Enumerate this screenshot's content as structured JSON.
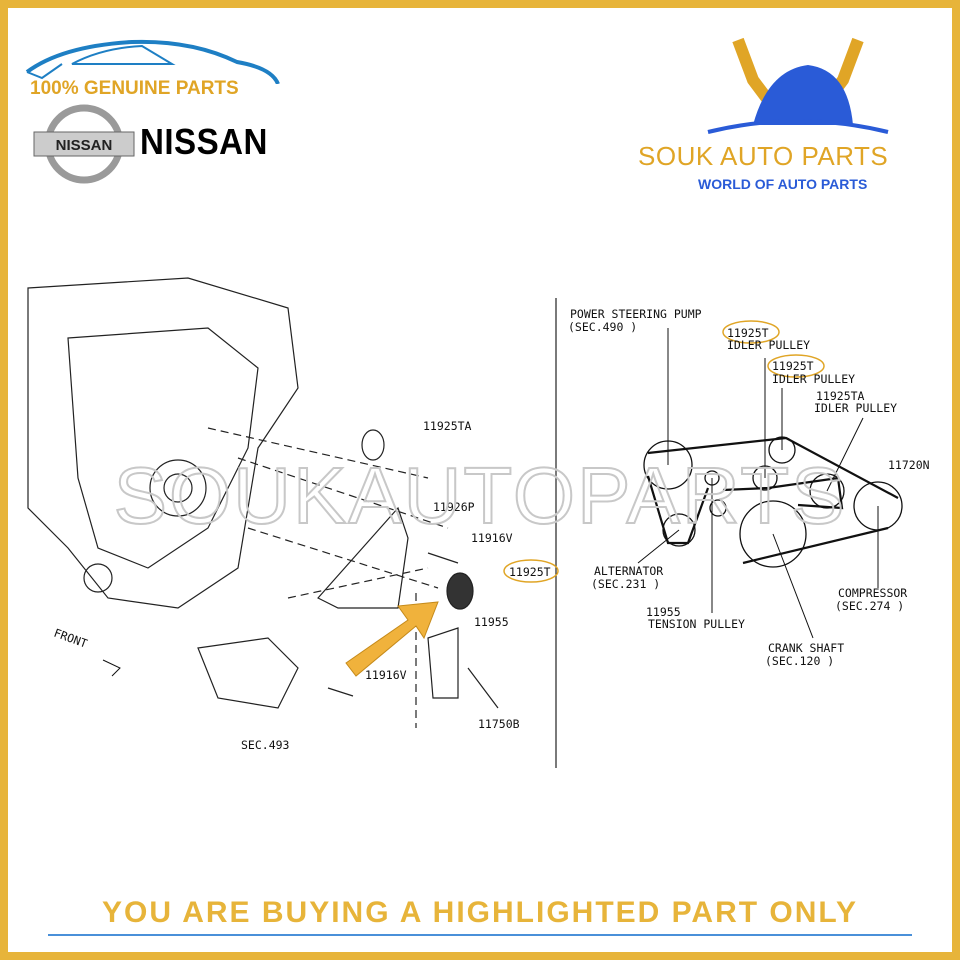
{
  "header": {
    "genuine_label": "100% GENUINE PARTS",
    "brand_badge": "NISSAN",
    "brand_name": "NISSAN",
    "store_name": "SOUK AUTO PARTS",
    "store_tagline": "WORLD OF AUTO PARTS"
  },
  "watermark": "SOUKAUTOPARTS",
  "colors": {
    "border": "#e7b43a",
    "accent_blue": "#2a5bd7",
    "highlight_arrow": "#f0b23c"
  },
  "exploded_view": {
    "labels": [
      "11925TA",
      "11926P",
      "11916V",
      "11925T",
      "11955",
      "11916V",
      "11750B",
      "SEC.493"
    ],
    "front_label": "FRONT",
    "highlighted_part": "11925T"
  },
  "belt_routing": {
    "power_steering": [
      "POWER STEERING PUMP",
      "(SEC.490 )"
    ],
    "idler1": [
      "11925T",
      "IDLER PULLEY"
    ],
    "idler2": [
      "11925T",
      "IDLER PULLEY"
    ],
    "idler3": [
      "11925TA",
      "IDLER PULLEY"
    ],
    "belt": "11720N",
    "alternator": [
      "ALTERNATOR",
      "(SEC.231 )"
    ],
    "tension": [
      "11955",
      "TENSION PULLEY"
    ],
    "crank": [
      "CRANK SHAFT",
      "(SEC.120 )"
    ],
    "compressor": [
      "COMPRESSOR",
      "(SEC.274 )"
    ]
  },
  "footer": {
    "notice": "YOU ARE BUYING A HIGHLIGHTED PART ONLY"
  }
}
